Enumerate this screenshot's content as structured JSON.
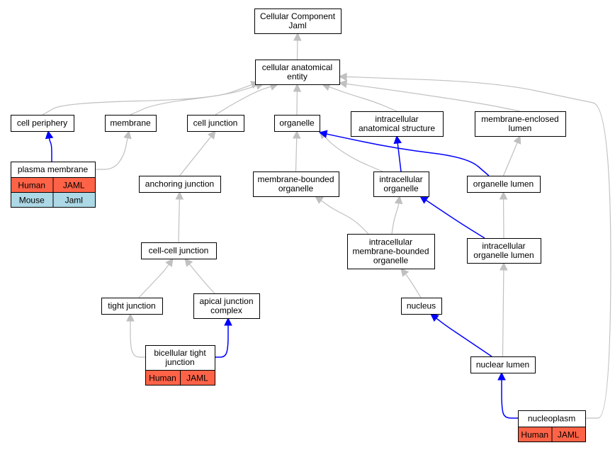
{
  "colors": {
    "edge_is_a": "#c0c0c0",
    "edge_part_of": "#0000ff",
    "human_cell": "#ff6347",
    "mouse_cell": "#add8e6",
    "node_border": "#000000",
    "node_fill": "#ffffff"
  },
  "nodes": {
    "cc_jaml": {
      "lines": [
        "Cellular Component",
        "Jaml"
      ]
    },
    "cellular_anatomical_entity": {
      "lines": [
        "cellular anatomical",
        "entity"
      ]
    },
    "cell_periphery": {
      "lines": [
        "cell periphery"
      ]
    },
    "membrane": {
      "lines": [
        "membrane"
      ]
    },
    "cell_junction": {
      "lines": [
        "cell junction"
      ]
    },
    "organelle": {
      "lines": [
        "organelle"
      ]
    },
    "intracellular_anatomical_structure": {
      "lines": [
        "intracellular",
        "anatomical structure"
      ]
    },
    "membrane_enclosed_lumen": {
      "lines": [
        "membrane-enclosed",
        "lumen"
      ]
    },
    "plasma_membrane": {
      "lines": [
        "plasma membrane"
      ]
    },
    "anchoring_junction": {
      "lines": [
        "anchoring junction"
      ]
    },
    "membrane_bounded_organelle": {
      "lines": [
        "membrane-bounded",
        "organelle"
      ]
    },
    "intracellular_organelle": {
      "lines": [
        "intracellular",
        "organelle"
      ]
    },
    "organelle_lumen": {
      "lines": [
        "organelle lumen"
      ]
    },
    "cell_cell_junction": {
      "lines": [
        "cell-cell junction"
      ]
    },
    "intracellular_membrane_bounded_organelle": {
      "lines": [
        "intracellular",
        "membrane-bounded",
        "organelle"
      ]
    },
    "intracellular_organelle_lumen": {
      "lines": [
        "intracellular",
        "organelle lumen"
      ]
    },
    "tight_junction": {
      "lines": [
        "tight junction"
      ]
    },
    "apical_junction_complex": {
      "lines": [
        "apical junction",
        "complex"
      ]
    },
    "nucleus": {
      "lines": [
        "nucleus"
      ]
    },
    "bicellular_tight_junction": {
      "lines": [
        "bicellular tight",
        "junction"
      ]
    },
    "nuclear_lumen": {
      "lines": [
        "nuclear lumen"
      ]
    },
    "nucleoplasm": {
      "lines": [
        "nucleoplasm"
      ]
    }
  },
  "annotations": {
    "plasma_membrane": [
      {
        "species": "Human",
        "gene": "JAML"
      },
      {
        "species": "Mouse",
        "gene": "Jaml"
      }
    ],
    "bicellular_tight_junction": [
      {
        "species": "Human",
        "gene": "JAML"
      }
    ],
    "nucleoplasm": [
      {
        "species": "Human",
        "gene": "JAML"
      }
    ]
  },
  "edges": [
    {
      "from": "cellular_anatomical_entity",
      "to": "cc_jaml",
      "type": "is_a"
    },
    {
      "from": "cell_periphery",
      "to": "cellular_anatomical_entity",
      "type": "is_a"
    },
    {
      "from": "membrane",
      "to": "cellular_anatomical_entity",
      "type": "is_a"
    },
    {
      "from": "cell_junction",
      "to": "cellular_anatomical_entity",
      "type": "is_a"
    },
    {
      "from": "organelle",
      "to": "cellular_anatomical_entity",
      "type": "is_a"
    },
    {
      "from": "intracellular_anatomical_structure",
      "to": "cellular_anatomical_entity",
      "type": "is_a"
    },
    {
      "from": "membrane_enclosed_lumen",
      "to": "cellular_anatomical_entity",
      "type": "is_a"
    },
    {
      "from": "nucleoplasm",
      "to": "cellular_anatomical_entity",
      "type": "is_a"
    },
    {
      "from": "plasma_membrane",
      "to": "cell_periphery",
      "type": "part_of"
    },
    {
      "from": "plasma_membrane",
      "to": "membrane",
      "type": "is_a"
    },
    {
      "from": "anchoring_junction",
      "to": "cell_junction",
      "type": "is_a"
    },
    {
      "from": "membrane_bounded_organelle",
      "to": "organelle",
      "type": "is_a"
    },
    {
      "from": "intracellular_organelle",
      "to": "organelle",
      "type": "is_a"
    },
    {
      "from": "intracellular_organelle",
      "to": "intracellular_anatomical_structure",
      "type": "part_of"
    },
    {
      "from": "organelle_lumen",
      "to": "organelle",
      "type": "part_of"
    },
    {
      "from": "organelle_lumen",
      "to": "membrane_enclosed_lumen",
      "type": "is_a"
    },
    {
      "from": "cell_cell_junction",
      "to": "anchoring_junction",
      "type": "is_a"
    },
    {
      "from": "intracellular_membrane_bounded_organelle",
      "to": "membrane_bounded_organelle",
      "type": "is_a"
    },
    {
      "from": "intracellular_membrane_bounded_organelle",
      "to": "intracellular_organelle",
      "type": "is_a"
    },
    {
      "from": "intracellular_organelle_lumen",
      "to": "organelle_lumen",
      "type": "is_a"
    },
    {
      "from": "intracellular_organelle_lumen",
      "to": "intracellular_organelle",
      "type": "part_of"
    },
    {
      "from": "tight_junction",
      "to": "cell_cell_junction",
      "type": "is_a"
    },
    {
      "from": "apical_junction_complex",
      "to": "cell_cell_junction",
      "type": "is_a"
    },
    {
      "from": "nucleus",
      "to": "intracellular_membrane_bounded_organelle",
      "type": "is_a"
    },
    {
      "from": "bicellular_tight_junction",
      "to": "tight_junction",
      "type": "is_a"
    },
    {
      "from": "bicellular_tight_junction",
      "to": "apical_junction_complex",
      "type": "part_of"
    },
    {
      "from": "nuclear_lumen",
      "to": "nucleus",
      "type": "part_of"
    },
    {
      "from": "nuclear_lumen",
      "to": "intracellular_organelle_lumen",
      "type": "is_a"
    },
    {
      "from": "nucleoplasm",
      "to": "nuclear_lumen",
      "type": "part_of"
    }
  ]
}
